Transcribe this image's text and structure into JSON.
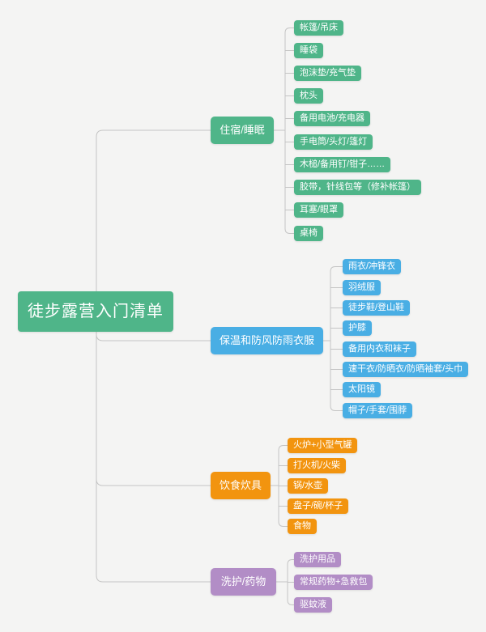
{
  "title": "徒步露营入门清单",
  "colors": {
    "background": "#f4f4f3",
    "connector": "#c4c4c4",
    "green": "#4fb589",
    "blue": "#49aee4",
    "orange": "#f2940f",
    "purple": "#b28dc6",
    "node_text": "#ffffff"
  },
  "root": {
    "label": "徒步露营入门清单",
    "color": "#4fb589"
  },
  "branches": [
    {
      "label": "住宿/睡眠",
      "color": "#4fb589",
      "children": [
        "帐篷/吊床",
        "睡袋",
        "泡沫垫/充气垫",
        "枕头",
        "备用电池/充电器",
        "手电筒/头灯/篷灯",
        "木槌/备用钉/钳子……",
        "胶带，针线包等（修补帐篷）",
        "耳塞/眼罩",
        "桌椅"
      ]
    },
    {
      "label": "保温和防风防雨衣服",
      "color": "#49aee4",
      "children": [
        "雨衣/冲锋衣",
        "羽绒服",
        "徒步鞋/登山鞋",
        "护膝",
        "备用内衣和袜子",
        "速干衣/防晒衣/防晒袖套/头巾",
        "太阳镜",
        "帽子/手套/围脖"
      ]
    },
    {
      "label": "饮食炊具",
      "color": "#f2940f",
      "children": [
        "火炉+小型气罐",
        "打火机/火柴",
        "锅/水壶",
        "盘子/碗/杯子",
        "食物"
      ]
    },
    {
      "label": "洗护/药物",
      "color": "#b28dc6",
      "children": [
        "洗护用品",
        "常规药物+急救包",
        "驱蚊液"
      ]
    }
  ]
}
